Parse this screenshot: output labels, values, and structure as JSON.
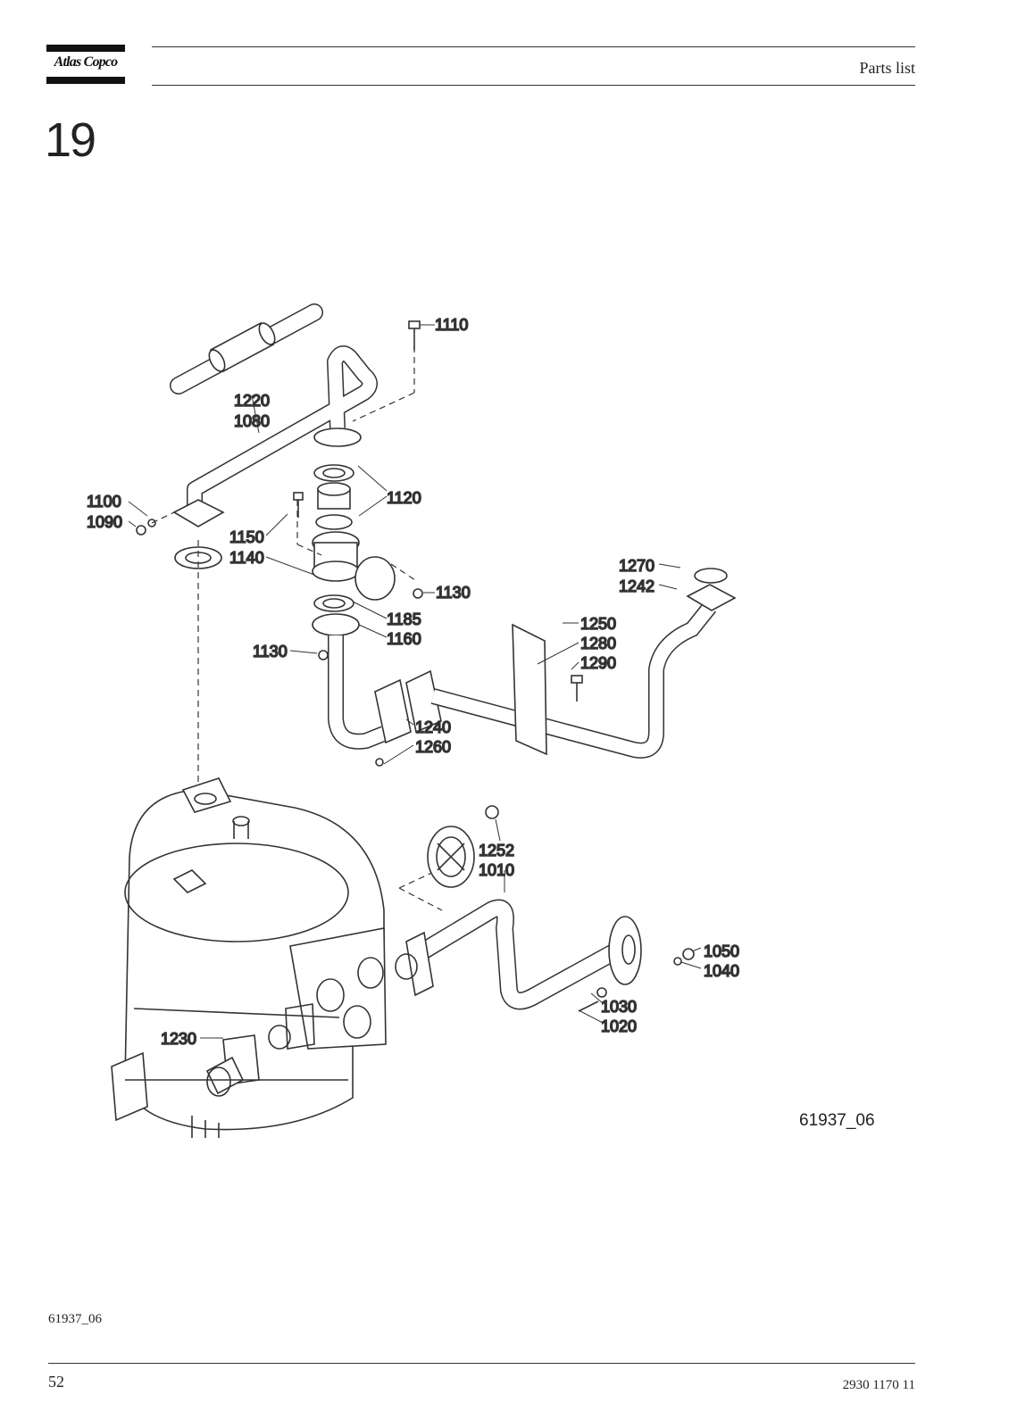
{
  "header": {
    "brand": "Atlas Copco",
    "title": "Parts list"
  },
  "section": {
    "number": "19"
  },
  "figure": {
    "id": "61937_06",
    "callouts": [
      "1110",
      "1220",
      "1080",
      "1100",
      "1090",
      "1120",
      "1150",
      "1140",
      "1130",
      "1270",
      "1242",
      "1185",
      "1160",
      "1130",
      "1250",
      "1280",
      "1290",
      "1240",
      "1260",
      "1252",
      "1010",
      "1050",
      "1040",
      "1030",
      "1020",
      "1230"
    ]
  },
  "footer": {
    "figure_ref": "61937_06",
    "page_number": "52",
    "doc_number": "2930 1170 11"
  }
}
